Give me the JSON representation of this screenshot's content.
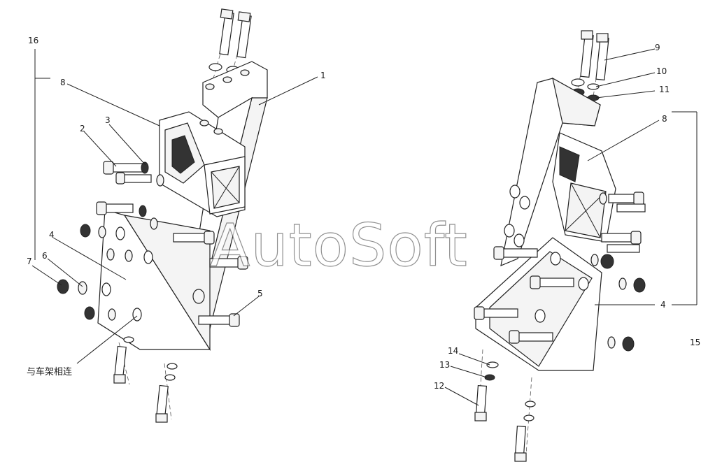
{
  "callouts": {
    "left": {
      "c16": "16",
      "c8": "8",
      "c1": "1",
      "c2": "2",
      "c3": "3",
      "c4": "4",
      "c6": "6",
      "c7": "7",
      "c5": "5"
    },
    "right": {
      "c9": "9",
      "c10": "10",
      "c11": "11",
      "c8": "8",
      "c4": "4",
      "c15": "15",
      "c14": "14",
      "c13": "13",
      "c12": "12"
    }
  },
  "note": "与车架相连",
  "watermark": "AutoSoft"
}
